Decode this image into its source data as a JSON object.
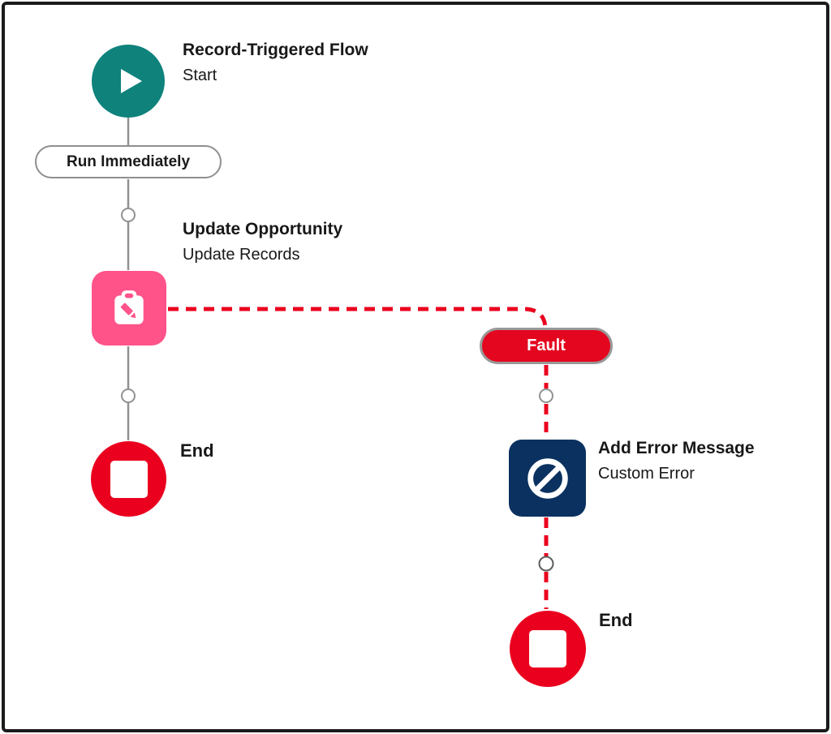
{
  "diagram": {
    "kind": "salesforce-flow-auto-layout",
    "start": {
      "title": "Record-Triggered Flow",
      "subtitle": "Start",
      "icon": "play-icon"
    },
    "run_immediately": {
      "label": "Run Immediately"
    },
    "update_opportunity": {
      "title": "Update Opportunity",
      "subtitle": "Update Records",
      "icon": "update-records-clipboard-icon"
    },
    "fault": {
      "label": "Fault"
    },
    "end_main": {
      "label": "End",
      "icon": "stop-icon"
    },
    "add_error_message": {
      "title": "Add Error Message",
      "subtitle": "Custom Error",
      "icon": "ban-icon"
    },
    "end_fault": {
      "label": "End",
      "icon": "stop-icon"
    },
    "colors": {
      "start_teal": "#0f827c",
      "update_pink": "#ff538a",
      "error_navy": "#0a3160",
      "end_red": "#ea001e",
      "fault_dash_red": "#ea001e",
      "connector_gray": "#919191",
      "text": "#181818",
      "canvas_border": "#1b1b1b"
    }
  }
}
